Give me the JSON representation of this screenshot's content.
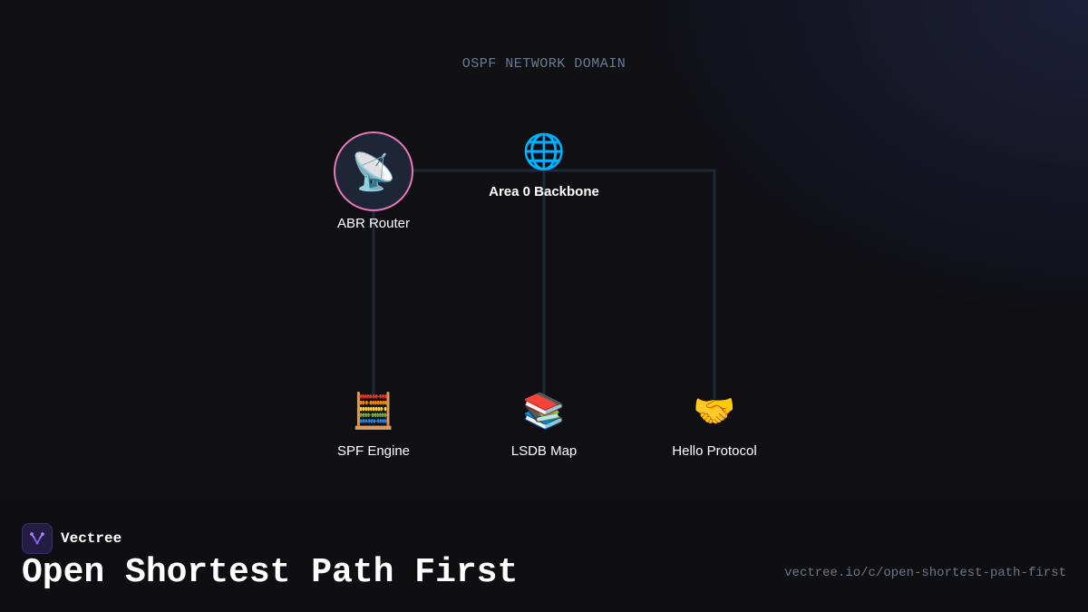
{
  "domain_label": "OSPF NETWORK DOMAIN",
  "nodes": {
    "abr_router": {
      "label": "ABR Router",
      "icon": "📡",
      "icon_name": "satellite-antenna-icon"
    },
    "area0": {
      "label": "Area 0 Backbone",
      "icon": "🌐",
      "icon_name": "globe-icon"
    },
    "spf_engine": {
      "label": "SPF Engine",
      "icon": "🧮",
      "icon_name": "abacus-icon"
    },
    "lsdb_map": {
      "label": "LSDB Map",
      "icon": "📚",
      "icon_name": "books-icon"
    },
    "hello_protocol": {
      "label": "Hello Protocol",
      "icon": "🤝",
      "icon_name": "handshake-icon"
    }
  },
  "brand": {
    "name": "Vectree"
  },
  "title": "Open Shortest Path First",
  "url": "vectree.io/c/open-shortest-path-first",
  "colors": {
    "background": "#0f0f13",
    "edge": "#1f2837",
    "abr_border": "#e879b9",
    "abr_fill": "#1e2536",
    "muted_label": "#6b7a90",
    "brand_accent": "#8b5cf6"
  }
}
